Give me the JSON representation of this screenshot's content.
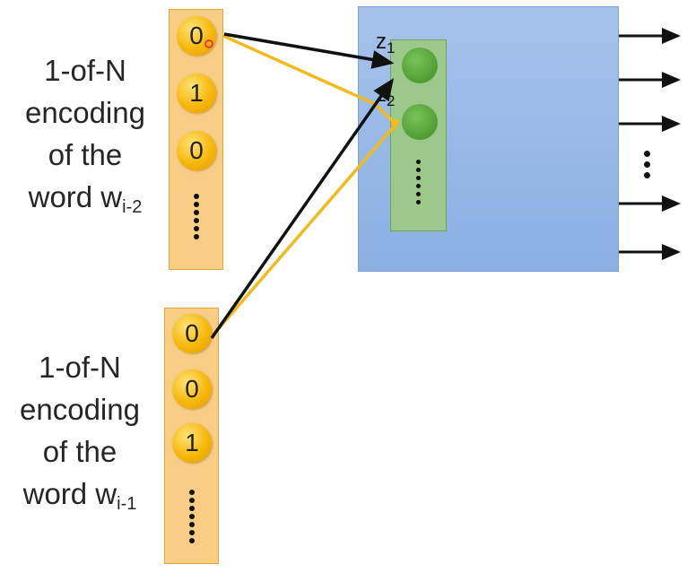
{
  "inputs": [
    {
      "caption": [
        "1-of-N",
        "encoding",
        "of the",
        "word w"
      ],
      "subscript": "i-2",
      "values": [
        "0",
        "1",
        "0"
      ]
    },
    {
      "caption": [
        "1-of-N",
        "encoding",
        "of the",
        "word w"
      ],
      "subscript": "i-1",
      "values": [
        "0",
        "0",
        "1"
      ]
    }
  ],
  "hidden": {
    "label": "z",
    "units": [
      "1",
      "2"
    ]
  },
  "colors": {
    "vector_fill": "#f8cd86",
    "node": "#f6b80a",
    "network": "#a6c2ea",
    "hidden_fill": "#9cc88b",
    "hidden_node": "#4f9e33",
    "black_link": "#111111",
    "yellow_link": "#f2bb1b"
  }
}
